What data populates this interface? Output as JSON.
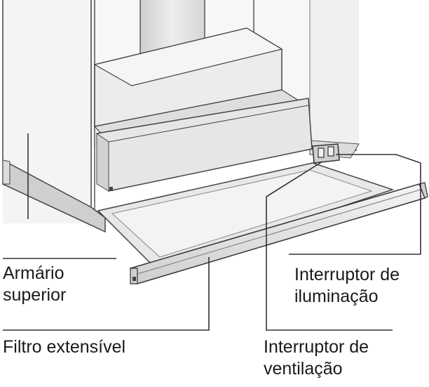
{
  "labels": {
    "armario": [
      "Armário",
      "superior"
    ],
    "iluminacao": [
      "Interruptor de",
      "iluminação"
    ],
    "filtro": [
      "Filtro extensível"
    ],
    "ventilacao": [
      "Interruptor de",
      "ventilação"
    ]
  },
  "colors": {
    "outline": "#333333",
    "face_light": "#f2f2f2",
    "face_mid": "#e2e2e2",
    "face_dark": "#cfcfcf",
    "background": "#ffffff"
  }
}
